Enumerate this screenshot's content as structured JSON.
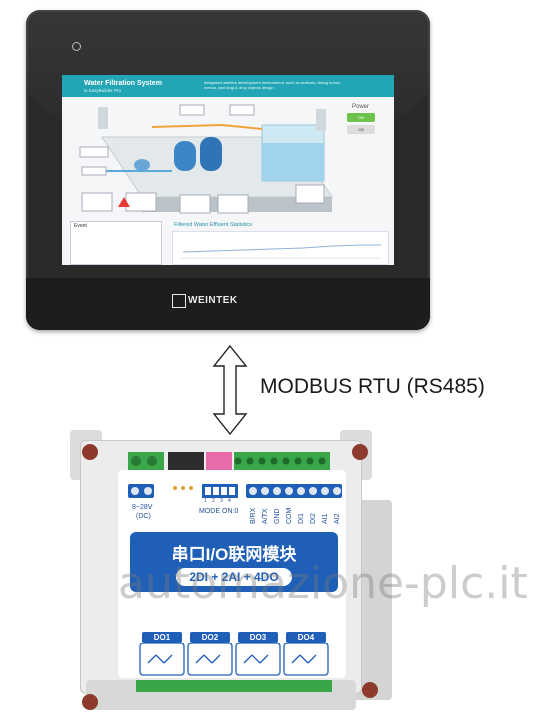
{
  "hmi": {
    "brand": "WEINTEK",
    "screen": {
      "title": "Water Filtration System",
      "subtitle": "in EasyBuilder Pro",
      "description": "Integrated weintek development environment, such as toolbars, dialog boxes, menus, and drag & drop objects design",
      "power_label": "Power",
      "on_label": "ON",
      "off_label": "Off",
      "event_label": "Event",
      "stats_label": "Filtered Water Effluent Statistics"
    }
  },
  "link": {
    "protocol_label": "MODBUS RTU (RS485)"
  },
  "module": {
    "title": "串口I/O联网模块",
    "spec": "2DI + 2AI + 4DO",
    "power_label": "8~28V",
    "power_sub": "(DC)",
    "mode_label": "MODE",
    "on_label": "ON:0",
    "dip_numbers": [
      "1",
      "2",
      "3",
      "4"
    ],
    "terminal_labels": [
      "B/RX",
      "A/TX",
      "GND",
      "COM",
      "DI1",
      "DI2",
      "AI1",
      "AI2"
    ],
    "outputs": [
      "DO1",
      "DO2",
      "DO3",
      "DO4"
    ],
    "colors": {
      "banner": "#1f5fb8",
      "terminal_green": "#3aa64a",
      "dip_pink": "#e86aa8"
    }
  },
  "watermark": "automazione-plc.it"
}
